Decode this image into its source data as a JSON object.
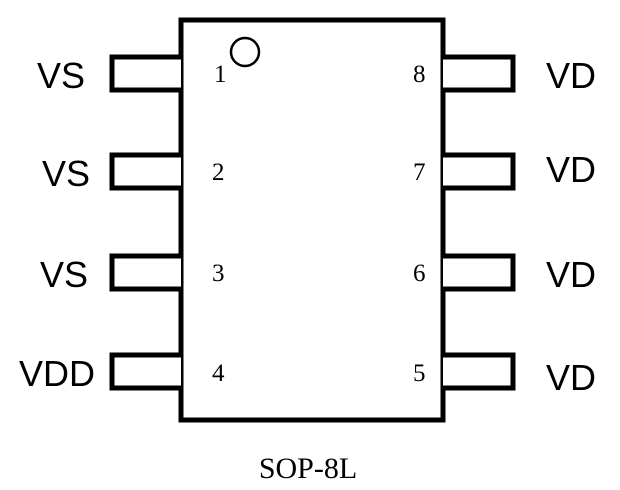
{
  "package": {
    "name": "SOP-8L"
  },
  "pins": {
    "left": [
      {
        "number": "1",
        "label": "VS"
      },
      {
        "number": "2",
        "label": "VS"
      },
      {
        "number": "3",
        "label": "VS"
      },
      {
        "number": "4",
        "label": "VDD"
      }
    ],
    "right": [
      {
        "number": "8",
        "label": "VD"
      },
      {
        "number": "7",
        "label": "VD"
      },
      {
        "number": "6",
        "label": "VD"
      },
      {
        "number": "5",
        "label": "VD"
      }
    ]
  }
}
